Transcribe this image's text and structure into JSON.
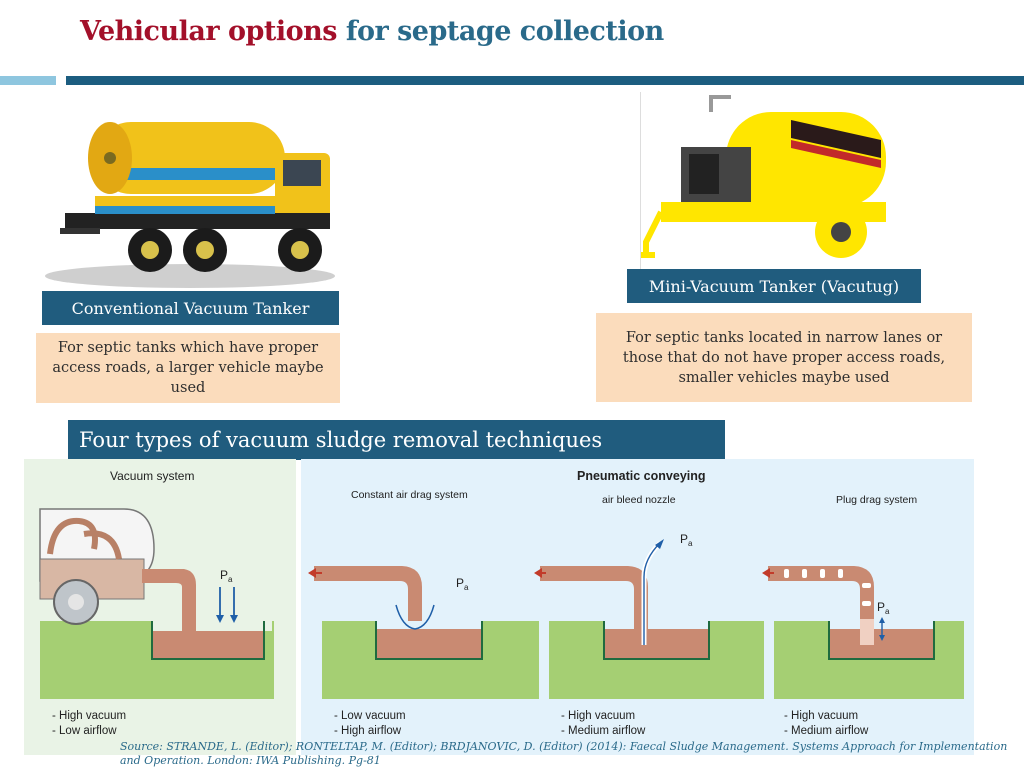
{
  "title": {
    "part1": "Vehicular options",
    "part2": "for septage collection"
  },
  "conventional": {
    "label": "Conventional Vacuum Tanker",
    "description": "For septic tanks which have proper access roads, a larger vehicle maybe used"
  },
  "mini": {
    "label": "Mini-Vacuum Tanker (Vacutug)",
    "description": "For septic tanks located in narrow lanes or those that do not have proper access roads, smaller vehicles maybe used"
  },
  "section_title": "Four types of vacuum sludge removal techniques",
  "diagram": {
    "vacuum_system": {
      "heading": "Vacuum system",
      "pa": "P",
      "pa_sub": "a",
      "notes": [
        "- High vacuum",
        "- Low airflow"
      ]
    },
    "pneumatic_heading": "Pneumatic conveying",
    "constant": {
      "heading": "Constant air drag system",
      "pa": "P",
      "pa_sub": "a",
      "notes": [
        "- Low vacuum",
        "- High airflow"
      ]
    },
    "bleed": {
      "heading": "air bleed nozzle",
      "pa": "P",
      "pa_sub": "a",
      "notes": [
        "- High vacuum",
        "- Medium airflow"
      ]
    },
    "plug": {
      "heading": "Plug drag system",
      "pa": "P",
      "pa_sub": "a",
      "notes": [
        "- High vacuum",
        "- Medium airflow"
      ]
    }
  },
  "source": "Source: STRANDE, L. (Editor); RONTELTAP, M. (Editor); BRDJANOVIC, D. (Editor) (2014): Faecal Sludge Management. Systems Approach for Implementation and Operation. London: IWA Publishing. Pg-81",
  "colors": {
    "title_red": "#a3102a",
    "title_blue": "#2a6a8a",
    "bar_blue": "#205c7e",
    "peach": "#fbdcbc",
    "sludge": "#c98a72",
    "ground": "#a5cf73"
  },
  "images": [
    {
      "name": "conventional-vacuum-tanker-photo"
    },
    {
      "name": "mini-vacuum-tanker-photo"
    }
  ]
}
